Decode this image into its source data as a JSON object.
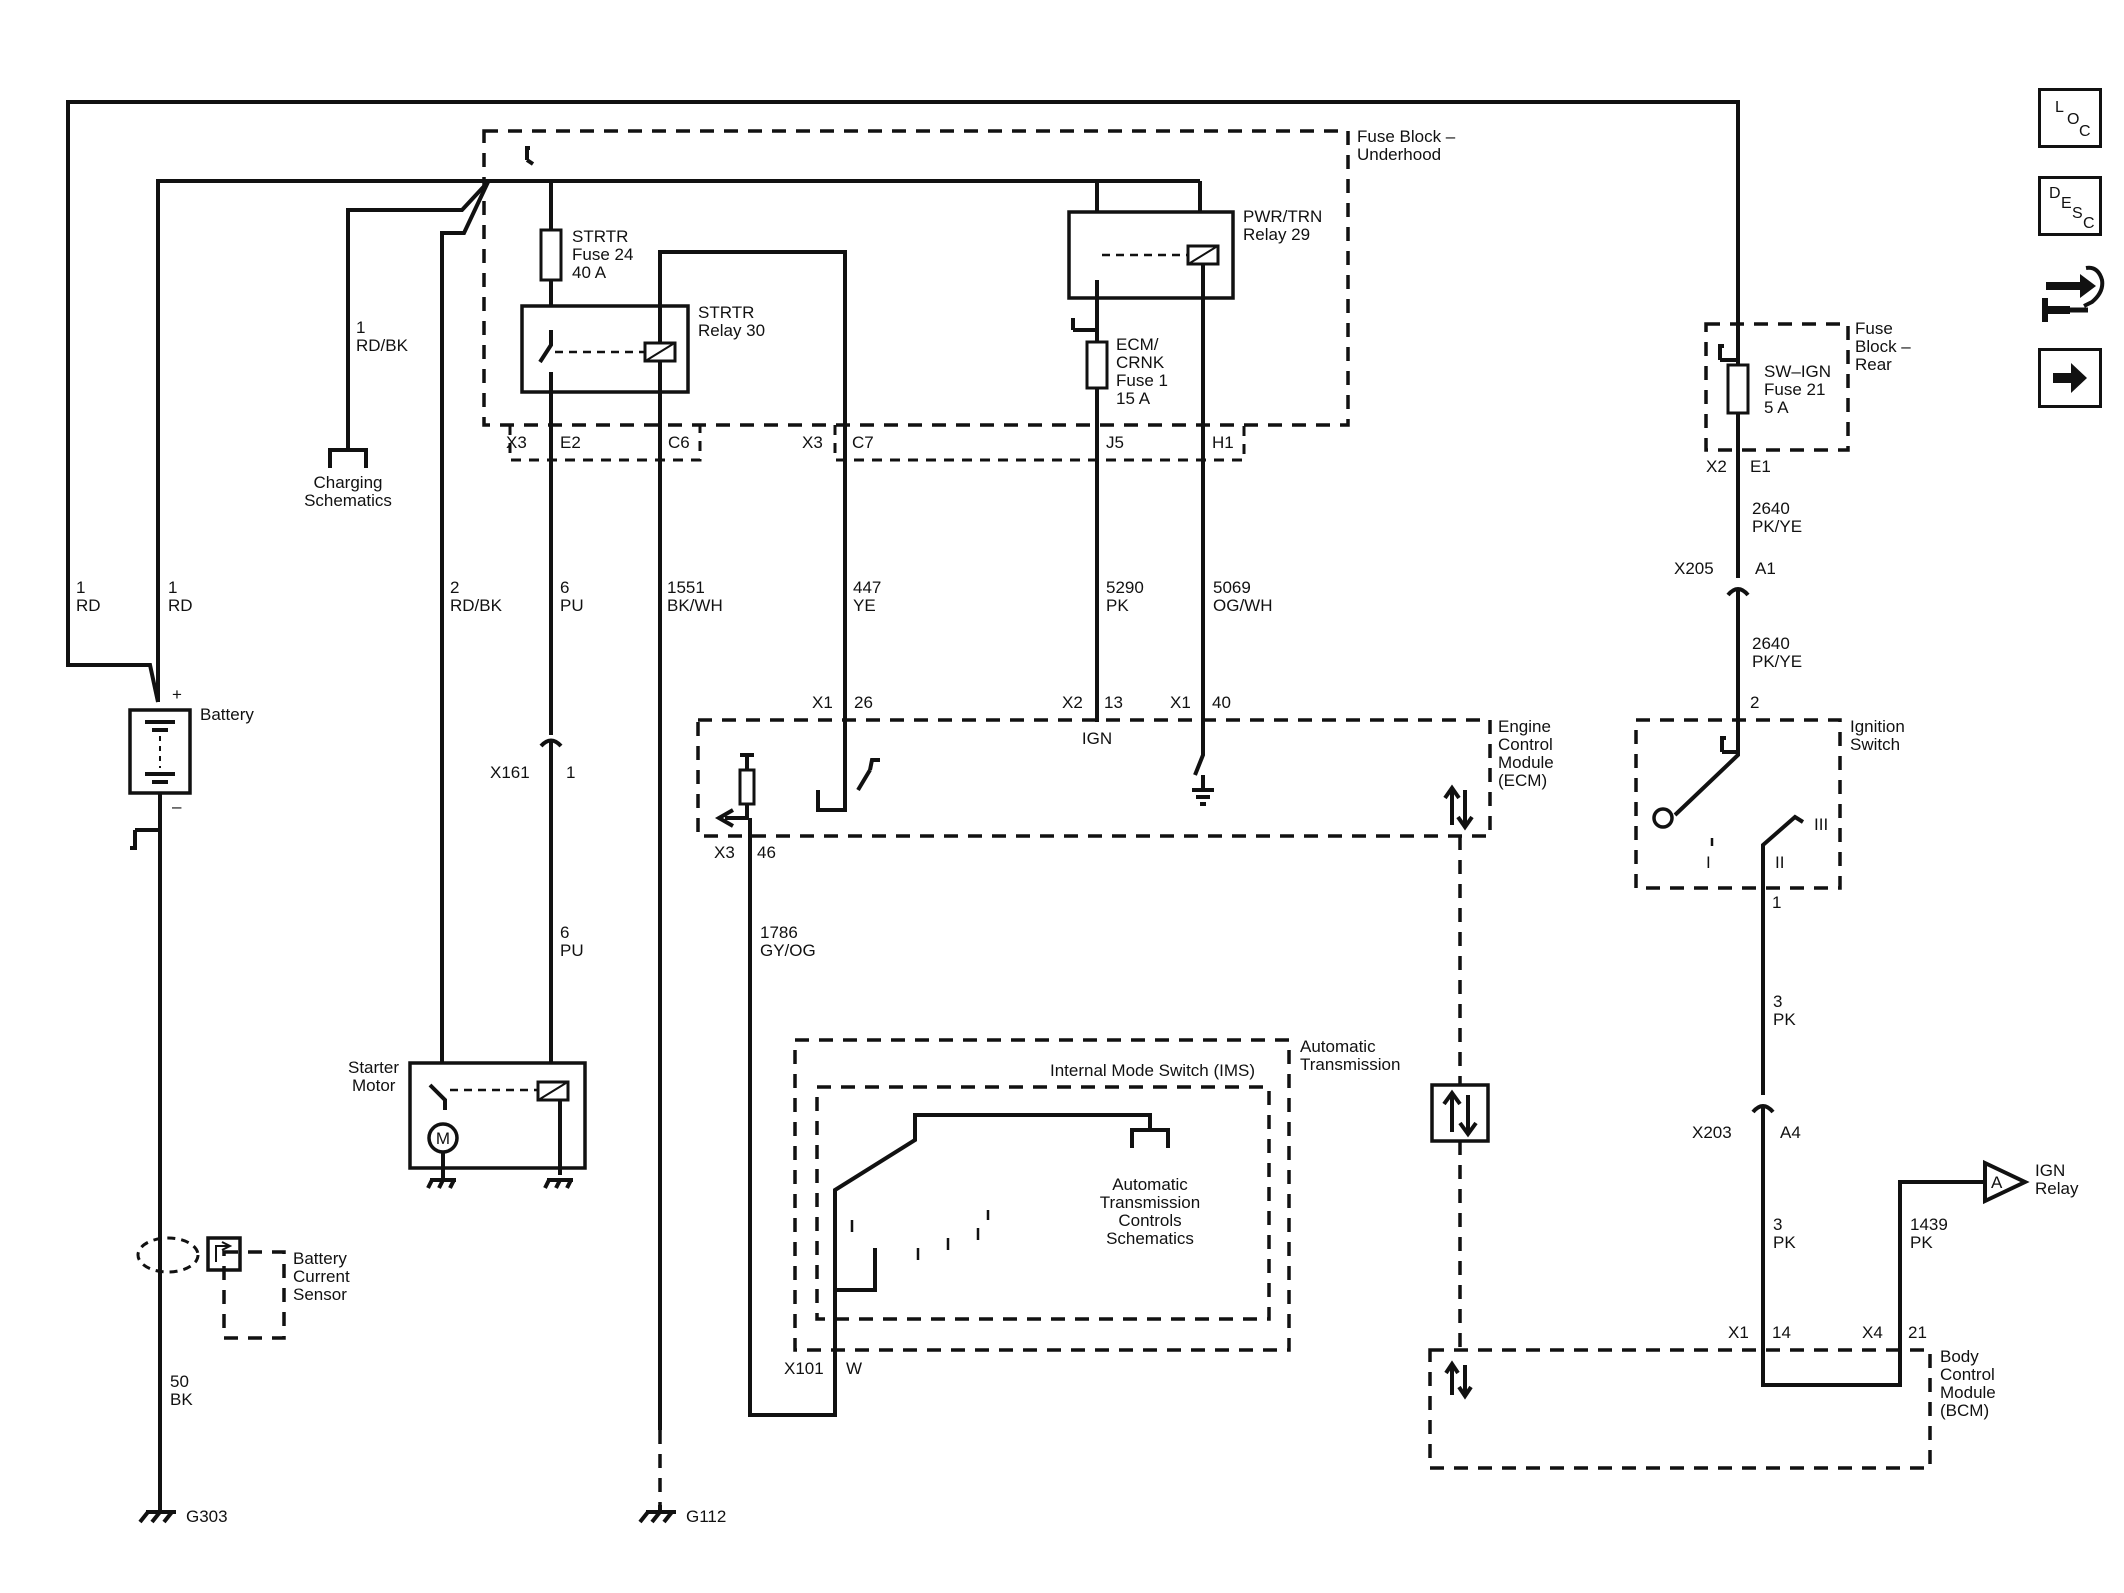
{
  "nav": {
    "loc": {
      "c1": "L",
      "c2": "O",
      "c3": "C"
    },
    "desc": {
      "c1": "D",
      "c2": "E",
      "c3": "S",
      "c4": "C"
    },
    "connector_icon": "connector-end-view-icon",
    "next_icon": "right-arrow-icon"
  },
  "components": {
    "fuse_block_underhood": [
      "Fuse Block –",
      "Underhood"
    ],
    "strtr_fuse": [
      "STRTR",
      "Fuse 24",
      "40 A"
    ],
    "strtr_relay": [
      "STRTR",
      "Relay 30"
    ],
    "pwr_trn_relay": [
      "PWR/TRN",
      "Relay 29"
    ],
    "ecm_crnk_fuse": [
      "ECM/",
      "CRNK",
      "Fuse 1",
      "15 A"
    ],
    "charging": [
      "Charging",
      "Schematics"
    ],
    "battery": "Battery",
    "battery_plus": "+",
    "battery_minus": "–",
    "starter_motor": [
      "Starter",
      "Motor"
    ],
    "motor_symbol": "M",
    "battery_current_sensor": [
      "Battery",
      "Current",
      "Sensor"
    ],
    "ecm": [
      "Engine",
      "Control",
      "Module",
      "(ECM)"
    ],
    "ecm_ign": "IGN",
    "auto_trans": [
      "Automatic",
      "Transmission"
    ],
    "ims": "Internal Mode Switch (IMS)",
    "atcs": [
      "Automatic",
      "Transmission",
      "Controls",
      "Schematics"
    ],
    "fuse_block_rear": [
      "Fuse",
      "Block –",
      "Rear"
    ],
    "sw_ign_fuse": [
      "SW–IGN",
      "Fuse 21",
      "5 A"
    ],
    "ignition_switch": [
      "Ignition",
      "Switch"
    ],
    "ign_pos": {
      "i": "I",
      "ii": "II",
      "iii": "III"
    },
    "bcm": [
      "Body",
      "Control",
      "Module",
      "(BCM)"
    ],
    "ign_relay": [
      "IGN",
      "Relay"
    ],
    "ign_relay_ref": "A"
  },
  "wires": {
    "w1a": [
      "1",
      "RD"
    ],
    "w1b": [
      "1",
      "RD"
    ],
    "w1c": [
      "1",
      "RD/BK"
    ],
    "w2": [
      "2",
      "RD/BK"
    ],
    "w6a": [
      "6",
      "PU"
    ],
    "w6b": [
      "6",
      "PU"
    ],
    "w1551": [
      "1551",
      "BK/WH"
    ],
    "w447": [
      "447",
      "YE"
    ],
    "w5290": [
      "5290",
      "PK"
    ],
    "w5069": [
      "5069",
      "OG/WH"
    ],
    "w1786": [
      "1786",
      "GY/OG"
    ],
    "w50": [
      "50",
      "BK"
    ],
    "w2640a": [
      "2640",
      "PK/YE"
    ],
    "w2640b": [
      "2640",
      "PK/YE"
    ],
    "w3a": [
      "3",
      "PK"
    ],
    "w3b": [
      "3",
      "PK"
    ],
    "w1439": [
      "1439",
      "PK"
    ]
  },
  "connectors": {
    "x3": "X3",
    "e2": "E2",
    "c6": "C6",
    "x3b": "X3",
    "c7": "C7",
    "j5": "J5",
    "h1": "H1",
    "x1_26": [
      "X1",
      "26"
    ],
    "x2_13": [
      "X2",
      "13"
    ],
    "x1_40": [
      "X1",
      "40"
    ],
    "x3_46": [
      "X3",
      "46"
    ],
    "x161": [
      "X161",
      "1"
    ],
    "x101": [
      "X101",
      "W"
    ],
    "x2_e1": [
      "X2",
      "E1"
    ],
    "x205": [
      "X205",
      "A1"
    ],
    "ign_pin2": "2",
    "ign_pin1": "1",
    "x203": [
      "X203",
      "A4"
    ],
    "x1_14": [
      "X1",
      "14"
    ],
    "x4_21": [
      "X4",
      "21"
    ]
  },
  "grounds": {
    "g303": "G303",
    "g112": "G112"
  }
}
